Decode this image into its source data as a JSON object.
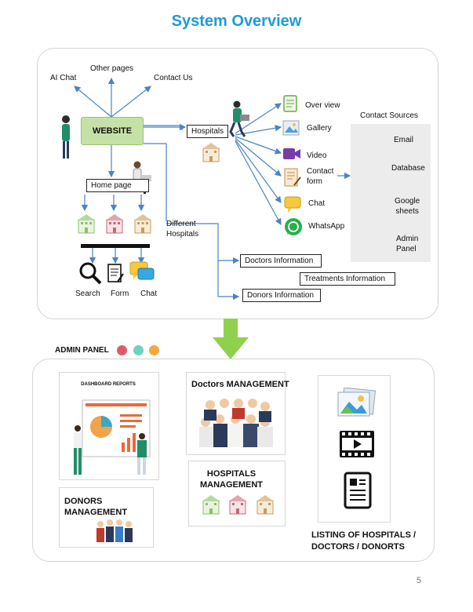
{
  "title": "System Overview",
  "diagram": {
    "website": "WEBSITE",
    "ai_chat": "AI Chat",
    "other_pages": "Other pages",
    "contact_us": "Contact Us",
    "home_page": "Home page",
    "different_hospitals": "Different\nHospitals",
    "hospitals": "Hospitals",
    "hospital_items": [
      "Over view",
      "Gallery",
      "Video",
      "Contact\nform",
      "Chat",
      "WhatsApp"
    ],
    "contact_sources_title": "Contact Sources",
    "contact_sources": [
      "Email",
      "Database",
      "Google\nsheets",
      "Admin\nPanel"
    ],
    "doctors_information": "Doctors Information",
    "treatments_information": "Treatments Information",
    "donors_information": "Donors Information",
    "tools": [
      "Search",
      "Form",
      "Chat"
    ]
  },
  "admin": {
    "label": "ADMIN PANEL",
    "dot_colors": [
      "#e05a6f",
      "#6fd3c0",
      "#f4a93a"
    ],
    "dashboard_reports": "DASHBOARD REPORTS",
    "doctors_management": "Doctors MANAGEMENT",
    "hospitals_management": "HOSPITALS\nMANAGEMENT",
    "donors_management": "DONORS\nMANAGEMENT",
    "listing": "LISTING OF HOSPITALS /\nDOCTORS / DONORTS"
  },
  "page_number": "5",
  "colors": {
    "title": "#1d9bd7",
    "arrow": "#4a84c2",
    "website_fill": "#c6e1a6",
    "big_arrow": "#8fd14f"
  }
}
